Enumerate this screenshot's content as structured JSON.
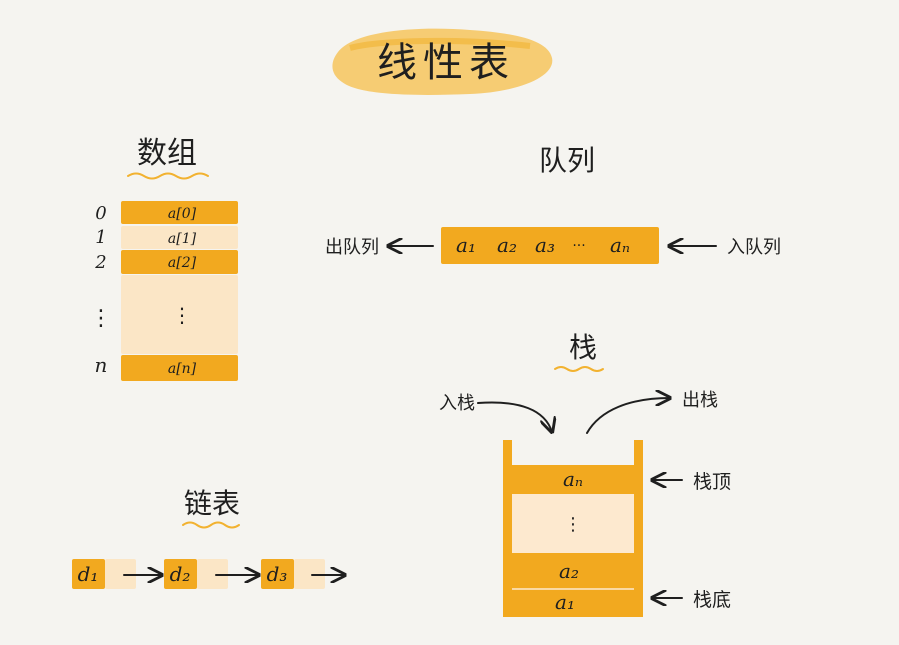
{
  "title": "线性表",
  "array": {
    "heading": "数组",
    "indices": [
      "0",
      "1",
      "2",
      "⋮",
      "n"
    ],
    "cells": [
      "a[0]",
      "a[1]",
      "a[2]",
      "⋮",
      "a[n]"
    ]
  },
  "queue": {
    "heading": "队列",
    "items": [
      "a₁",
      "a₂",
      "a₃",
      "···",
      "aₙ"
    ],
    "dequeue_label": "出队列",
    "enqueue_label": "入队列"
  },
  "stack": {
    "heading": "栈",
    "push_label": "入栈",
    "pop_label": "出栈",
    "top_item": "aₙ",
    "middle_item": "⋮",
    "second_item": "a₂",
    "bottom_item": "a₁",
    "top_label": "栈顶",
    "bottom_label": "栈底"
  },
  "linked_list": {
    "heading": "链表",
    "nodes": [
      "d₁",
      "d₂",
      "d₃"
    ]
  },
  "colors": {
    "accent": "#f2a91f",
    "pale": "#fbe6c6",
    "background": "#f5f4f0"
  }
}
